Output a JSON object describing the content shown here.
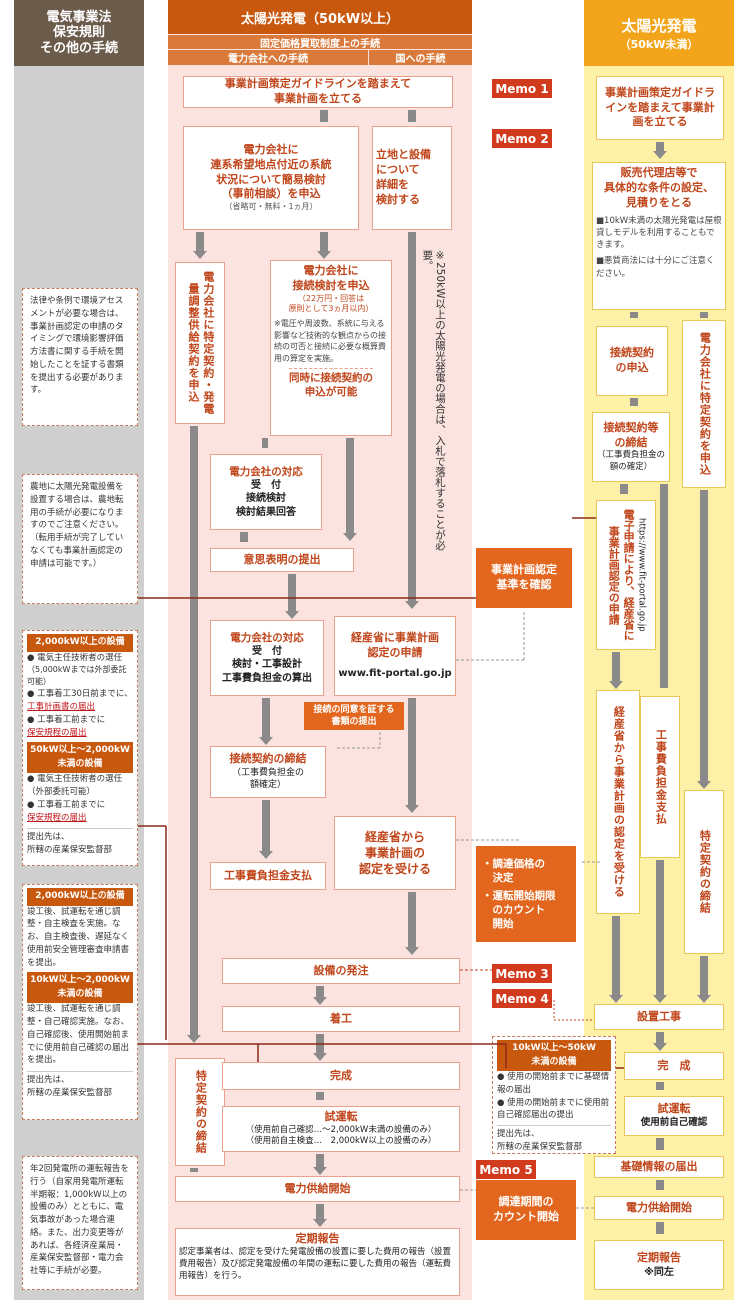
{
  "header": {
    "left_title": "電気事業法\n保安規則\nその他の手続",
    "mid_title": "太陽光発電（50kW以上）",
    "mid_sub": "固定価格買取制度上の手続",
    "mid_sub_left": "電力会社への手続",
    "mid_sub_right": "国への手続",
    "right_title": "太陽光発電",
    "right_sub": "（50kW未満）"
  },
  "memos": [
    "Memo 1",
    "Memo 2",
    "Memo 3",
    "Memo 4",
    "Memo 5"
  ],
  "mid": {
    "guideline": "事業計画策定ガイドラインを踏まえて\n事業計画を立てる",
    "consult_title": "電力会社に\n連系希望地点付近の系統\n状況について簡易検討\n（事前相談）を申込",
    "consult_note": "（省略可・無料・1ヵ月）",
    "land_detail": "立地と設備\nについて\n詳細を\n検討する",
    "supply_contract": "電力会社に特定契約・発電量調整供給契約を申込",
    "conn_review_title": "電力会社に\n接続検討を申込",
    "conn_review_sub": "（22万円・回答は\n原則として3ヵ月以内）",
    "conn_review_note": "※電圧や周波数、系統に与える影響など技術的な観点からの接続の可否と接続に必要な概算費用の算定を実施。",
    "conn_review_foot": "同時に接続契約の\n申込が可能",
    "over250": "※250kW以上の太陽光発電の場合は、入札で落札することが必要。",
    "resp1_title": "電力会社の対応",
    "resp1_l1": "受　付",
    "resp1_l2": "接続検討",
    "resp1_l3": "検討結果回答",
    "intent": "意思表明の提出",
    "resp2_title": "電力会社の対応",
    "resp2_l1": "受　付",
    "resp2_l2": "検討・工事設計",
    "resp2_l3": "工事費負担金の算出",
    "meti_apply": "経産省に事業計画\n認定の申請",
    "meti_url": "www.fit-portal.go.jp",
    "consent_doc": "接続の同意を証する\n書類の提出",
    "conn_contract": "接続契約の締結",
    "conn_contract_sub": "（工事費負担金の\n額確定）",
    "meti_cert": "経産省から\n事業計画の\n認定を受ける",
    "cost_pay": "工事費負担金支払",
    "order": "設備の発注",
    "start_work": "着工",
    "specific_contract": "特定契約の締結",
    "complete": "完成",
    "test_run": "試運転",
    "test_run_l1": "（使用前自己確認…～2,000kW未満の設備のみ）",
    "test_run_l2": "（使用前自主検査…　2,000kW以上の設備のみ）",
    "power_start": "電力供給開始",
    "report_title": "定期報告",
    "report_body": "認定事業者は、認定を受けた発電設備の設置に要した費用の報告（設置費用報告）及び認定発電設備の年間の運転に要した費用の報告（運転費用報告）を行う。"
  },
  "center": {
    "criteria": "事業計画認定\n基準を確認",
    "price_1": "・調達価格の\n　決定",
    "price_2": "・運転開始期限\n　のカウント\n　開始",
    "period": "調達期間の\nカウント開始"
  },
  "right": {
    "guideline": "事業計画策定ガイドラインを踏まえて事業計画を立てる",
    "dealer_title": "販売代理店等で\n具体的な条件の設定、\n見積りをとる",
    "dealer_n1": "■10kW未満の太陽光発電は屋根貸しモデルを利用することもできます。",
    "dealer_n2": "■悪質商法には十分にご注意ください。",
    "conn_apply": "接続契約\nの申込",
    "specific_apply": "電力会社に特定契約を申込",
    "conn_sign": "接続契約等\nの締結",
    "conn_sign_sub": "（工事費負担金の額の確定）",
    "e_apply": "電子申請により、経産省に事業計画認定の申請",
    "e_url": "https://www.fit-portal.go.jp",
    "meti_cert": "経産省から事業計画の認定を受ける",
    "cost_pay": "工事費負担金支払",
    "specific_sign": "特定契約の締結",
    "install": "設置工事",
    "complete": "完　成",
    "test_run": "試運転",
    "test_run_sub": "使用前自己確認",
    "base_info": "基礎情報の届出",
    "power_start": "電力供給開始",
    "report": "定期報告",
    "report_sub": "※同左"
  },
  "left": {
    "env": "法律や条例で環境アセスメントが必要な場合は、事業計画認定の申請のタイミングで環境影響評価方法書に関する手続を開始したことを証する書類を提出する必要があります。",
    "farm": "農地に太陽光発電設備を設置する場合は、農地転用の手続が必要になりますのでご注意ください。（転用手続が完了していなくても事業計画認定の申請は可能です。）",
    "b1_h1": "2,000kW以上の設備",
    "b1_a": "● 電気主任技術者の選任",
    "b1_a2": "（5,000kWまでは外部委託可能）",
    "b1_b": "● 工事着工30日前までに、",
    "b1_b2": "工事計画書の届出",
    "b1_c": "● 工事着工前までに",
    "b1_c2": "保安規程の届出",
    "b1_h2": "50kW以上～2,000kW\n未満の設備",
    "b1_d": "● 電気主任技術者の選任",
    "b1_d2": "（外部委託可能）",
    "b1_e": "● 工事着工前までに",
    "b1_e2": "保安規程の届出",
    "b1_foot": "提出先は、\n所轄の産業保安監督部",
    "b2_h1": "2,000kW以上の設備",
    "b2_t1": "竣工後、試運転を通じ調整・自主検査を実施。なお、自主検査後、遅延なく使用前安全管理審査申請書を提出。",
    "b2_h2": "10kW以上～2,000kW\n未満の設備",
    "b2_t2": "竣工後、試運転を通じ調整・自己確認実施。なお、自己確認後、使用開始前までに使用前自己確認の届出を提出。",
    "b2_foot": "提出先は、\n所轄の産業保安監督部",
    "annual": "年2回発電所の運転報告を行う（自家用発電所運転半期報：1,000kW以上の設備のみ）とともに、電気事故があった場合連絡。また、出力変更等があれば、各経済産業局・産業保安監督部・電力会社等に手続が必要。",
    "small_h": "10kW以上～50kW\n未満の設備",
    "small_1": "● 使用の開始前までに基礎情報の届出",
    "small_2": "● 使用の開始前までに使用前自己確認届出の提出",
    "small_foot": "提出先は、\n所轄の産業保安監督部"
  }
}
